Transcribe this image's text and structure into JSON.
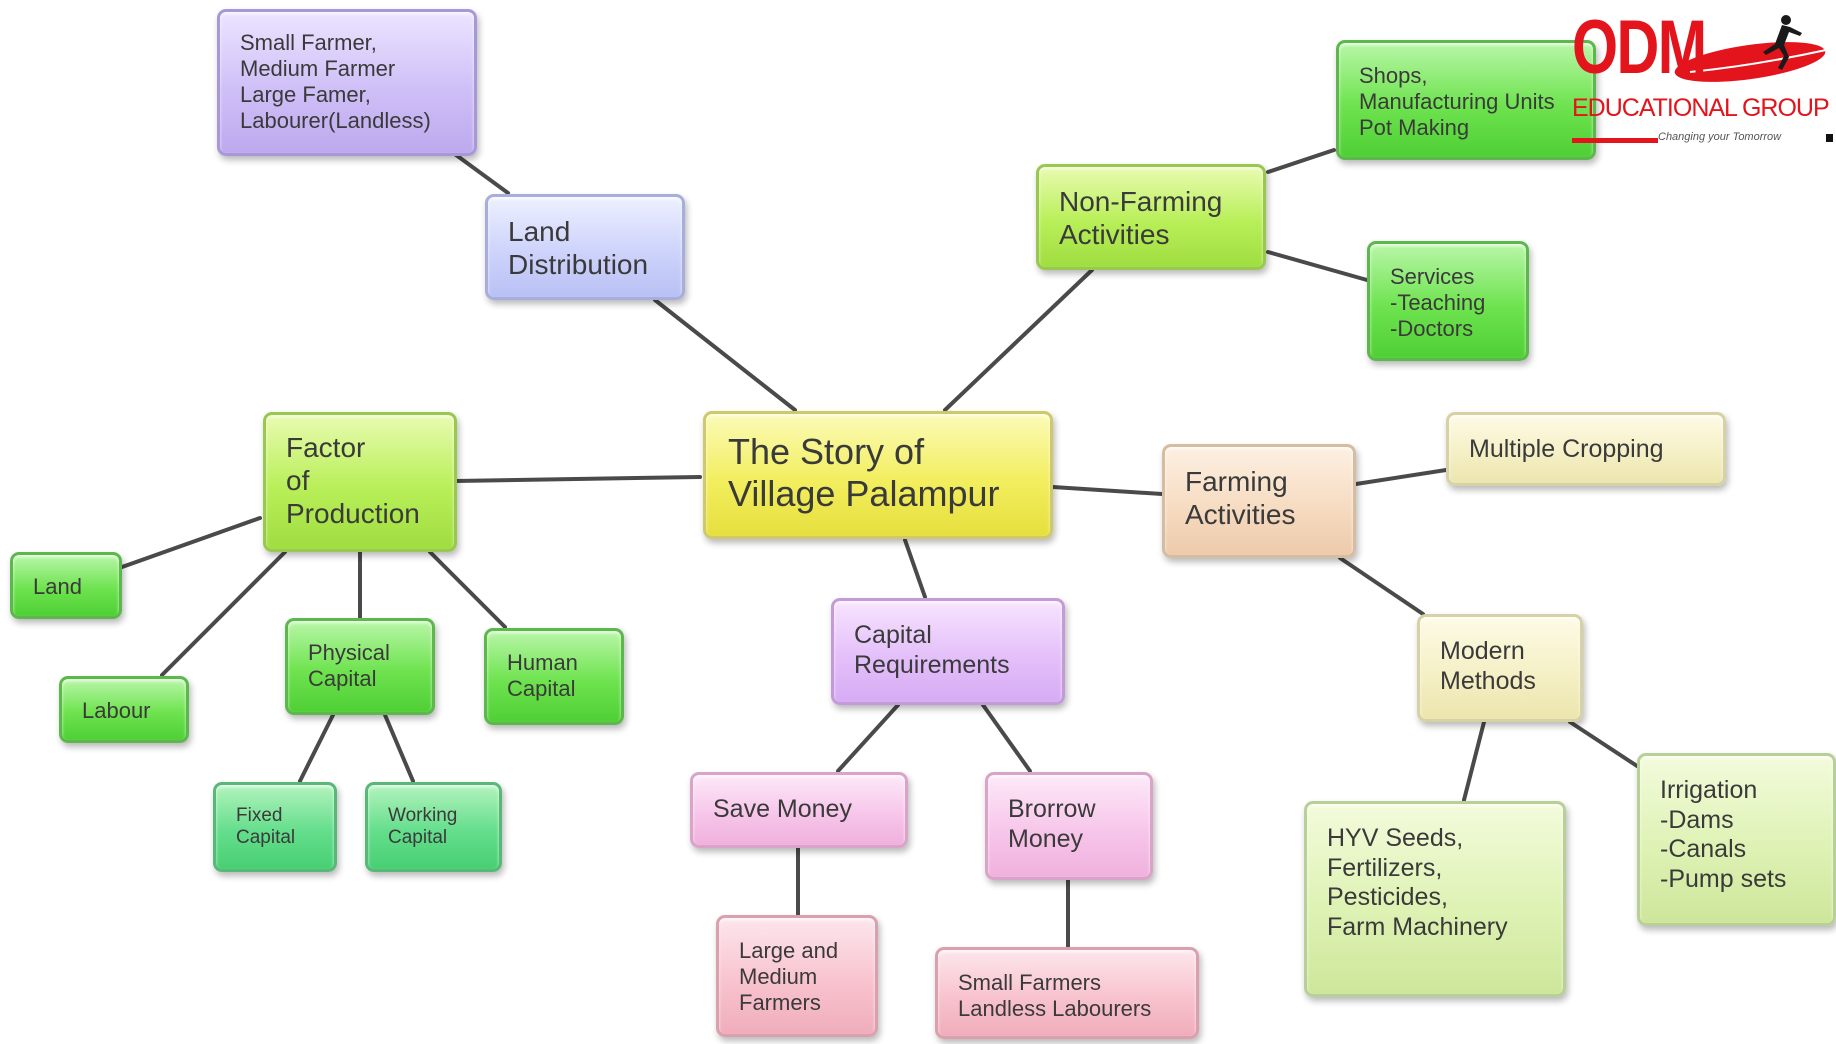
{
  "nodes": {
    "center": "The Story of\nVillage Palampur",
    "land_distribution": "Land\nDistribution",
    "farmer_types": "Small Farmer,\nMedium Farmer\nLarge Famer,\nLabourer(Landless)",
    "non_farming": "Non-Farming\nActivities",
    "shops": "Shops,\nManufacturing Units\nPot Making",
    "services": "Services\n-Teaching\n-Doctors",
    "factor_of_production": "Factor\nof\nProduction",
    "land": "Land",
    "labour": "Labour",
    "physical_capital": "Physical\nCapital",
    "human_capital": "Human\nCapital",
    "fixed_capital": "Fixed\nCapital",
    "working_capital": "Working\nCapital",
    "capital_requirements": "Capital\nRequirements",
    "save_money": "Save Money",
    "borrow_money": "Brorrow\nMoney",
    "large_medium_farmers": "Large and\nMedium\nFarmers",
    "small_farmers": "Small Farmers\nLandless Labourers",
    "farming_activities": "Farming\nActivities",
    "multiple_cropping": "Multiple Cropping",
    "modern_methods": "Modern\nMethods",
    "hyv_seeds": "HYV Seeds,\nFertilizers,\nPesticides,\nFarm Machinery",
    "irrigation": "Irrigation\n-Dams\n-Canals\n-Pump sets"
  },
  "logo": {
    "brand": "ODM",
    "subtitle": "EDUCATIONAL GROUP",
    "tagline": "Changing your Tomorrow",
    "color": "#e3141b"
  },
  "edge_color": "#4a4a4a"
}
